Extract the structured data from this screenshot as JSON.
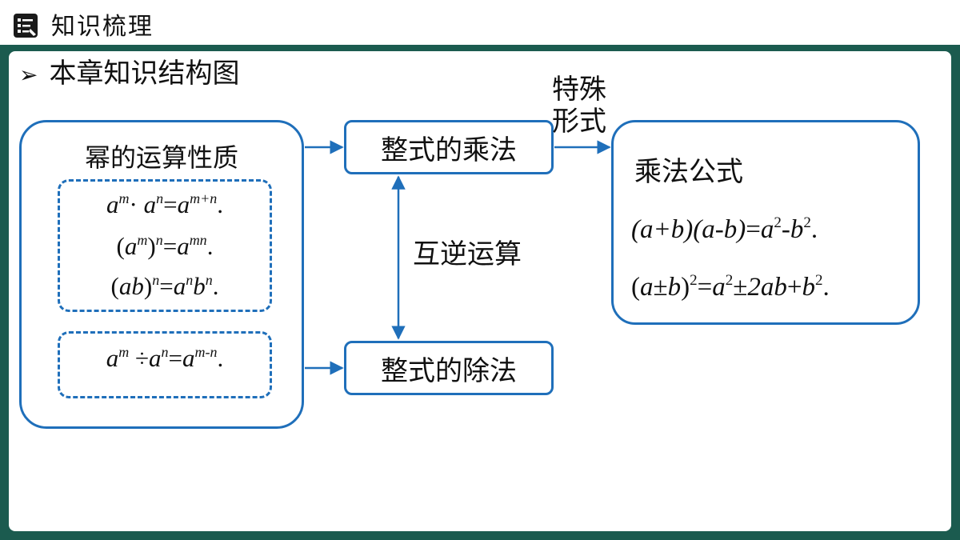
{
  "header": {
    "title": "知识梳理",
    "icon": "checklist-icon"
  },
  "section": {
    "marker": "➢",
    "title": "本章知识结构图"
  },
  "left_box": {
    "title": "幂的运算性质",
    "formulas": {
      "product": {
        "a": "a",
        "m": "m",
        "dot": "· ",
        "n": "n",
        "eq": "=",
        "mn": "m+n",
        "end": "."
      },
      "power": {
        "open": "(",
        "a": "a",
        "m": "m",
        "close": ")",
        "n": "n",
        "eq": "=",
        "mn": "mn",
        "end": "."
      },
      "product_power": {
        "open": "(",
        "ab": "ab",
        "close": ")",
        "n": "n",
        "eq": "=",
        "a": "a",
        "b": "b",
        "end": "."
      },
      "quotient": {
        "a": "a",
        "m": "m",
        "div": " ÷",
        "n": "n",
        "eq": "=",
        "mn": "m-n",
        "end": "."
      }
    }
  },
  "middle": {
    "multiplication": "整式的乘法",
    "division": "整式的除法",
    "inverse_label": "互逆运算"
  },
  "special_label": {
    "line1": "特殊",
    "line2": "形式"
  },
  "right_box": {
    "title": "乘法公式",
    "difference_of_squares": {
      "lhs": "(a+b)(a-b)",
      "eq": "=",
      "a": "a",
      "two": "2",
      "minus": "-",
      "b": "b",
      "end": "."
    },
    "square_of_sum": {
      "open": "(",
      "a": "a",
      "pm": "±",
      "b": "b",
      "close": ")",
      "two": "2",
      "eq": "=",
      "pm2": "±",
      "mid": "2ab",
      "plus": "+",
      "end": "."
    }
  },
  "colors": {
    "frame": "#1b5b4f",
    "accent": "#1f6fba",
    "text": "#111111"
  }
}
